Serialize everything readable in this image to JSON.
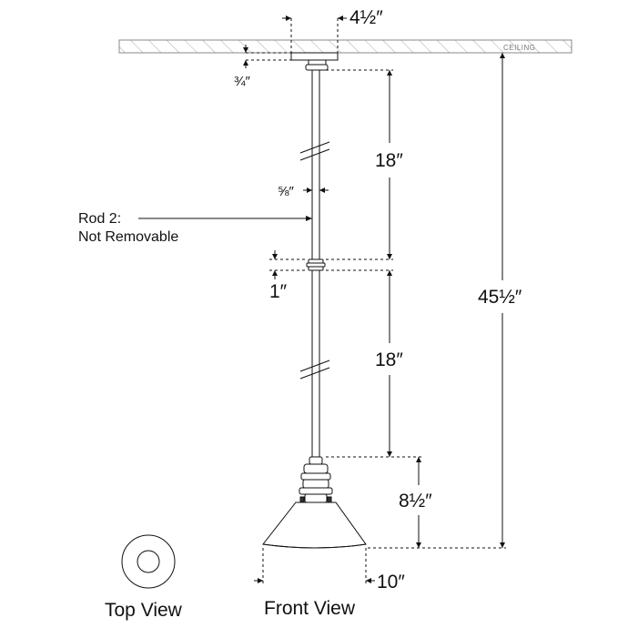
{
  "diagram": {
    "ceiling_label": "CEILING",
    "dimensions": {
      "canopy_width": "4½″",
      "canopy_height": "¾″",
      "rod_length_upper": "18″",
      "rod_diameter": "⅝″",
      "coupler_height": "1″",
      "rod_length_lower": "18″",
      "fixture_height": "8½″",
      "overall_height": "45½″",
      "shade_width": "10″"
    },
    "callout": {
      "line1": "Rod 2:",
      "line2": "Not Removable"
    },
    "views": {
      "top": "Top View",
      "front": "Front View"
    }
  }
}
